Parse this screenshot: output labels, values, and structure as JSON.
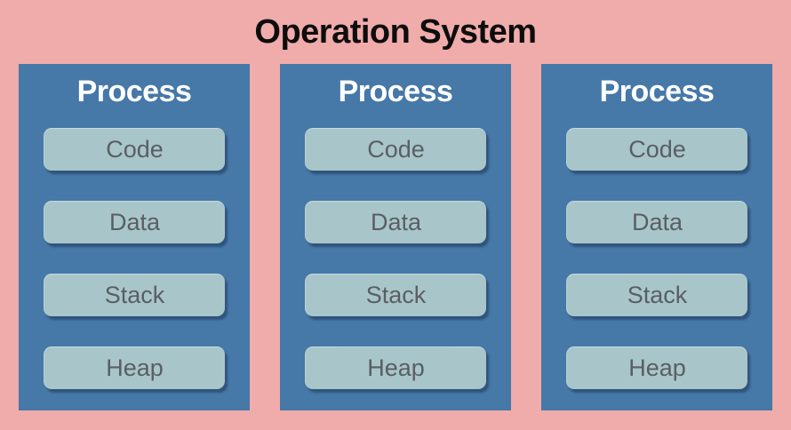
{
  "title": "Operation System",
  "colors": {
    "background": "#f0acaa",
    "process_box": "#4678a8",
    "segment_box": "#a8c6c9",
    "segment_text": "#5a5e64",
    "process_text": "#ffffff",
    "title_text": "#0d0d0d"
  },
  "processes": [
    {
      "label": "Process",
      "segments": [
        "Code",
        "Data",
        "Stack",
        "Heap"
      ]
    },
    {
      "label": "Process",
      "segments": [
        "Code",
        "Data",
        "Stack",
        "Heap"
      ]
    },
    {
      "label": "Process",
      "segments": [
        "Code",
        "Data",
        "Stack",
        "Heap"
      ]
    }
  ]
}
